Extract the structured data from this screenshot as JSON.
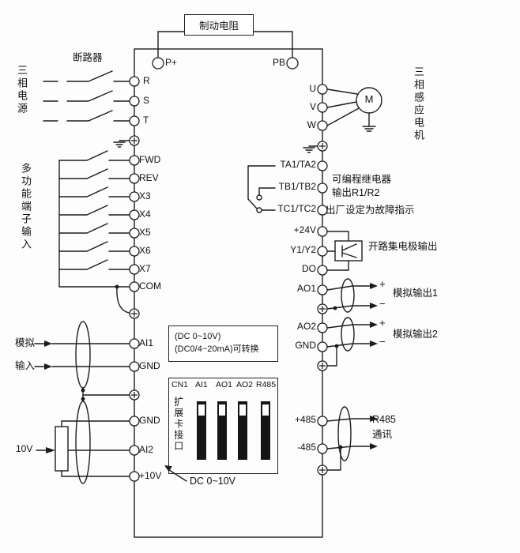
{
  "diagram": {
    "top": {
      "brake_resistor": "制动电阻",
      "p_plus": "P+",
      "pb": "PB"
    },
    "left": {
      "power_label": "三相电源",
      "breaker_label": "断路器",
      "phases": [
        "R",
        "S",
        "T"
      ],
      "mf_label": "多功能端子输入",
      "inputs": [
        "FWD",
        "REV",
        "X3",
        "X4",
        "X5",
        "X6",
        "X7",
        "COM"
      ],
      "analog1": "模拟",
      "analog2": "输入",
      "ai1": "AI1",
      "gnd_a": "GND",
      "pot_label": "10V",
      "gnd_b": "GND",
      "ai2": "AI2",
      "p10v": "+10V"
    },
    "right": {
      "motor_m": "M",
      "motor_label": "三相感应电机",
      "phases": [
        "U",
        "V",
        "W"
      ],
      "relays": [
        "TA1/TA2",
        "TB1/TB2",
        "TC1/TC2"
      ],
      "relay_note1": "可编程继电器",
      "relay_note2": "输出R1/R2",
      "factory_note": "出厂设定为故障指示",
      "p24v": "+24V",
      "y1y2": "Y1/Y2",
      "do_t": "DO",
      "oc_note": "开路集电极输出",
      "ao1": "AO1",
      "ao2": "AO2",
      "gnd": "GND",
      "aout1": "模拟输出1",
      "aout2": "模拟输出2",
      "plus": "+",
      "minus": "−",
      "p485": "+485",
      "n485": "-485",
      "r485_1": "R485",
      "r485_2": "通讯"
    },
    "center": {
      "note1": "(DC 0~10V)",
      "note2": "(DC0/4~20mA)可转换",
      "dip": [
        "CN1",
        "AI1",
        "AO1",
        "AO2",
        "R485"
      ],
      "exp_label": "扩展卡接口",
      "dc_label": "DC 0~10V"
    }
  }
}
